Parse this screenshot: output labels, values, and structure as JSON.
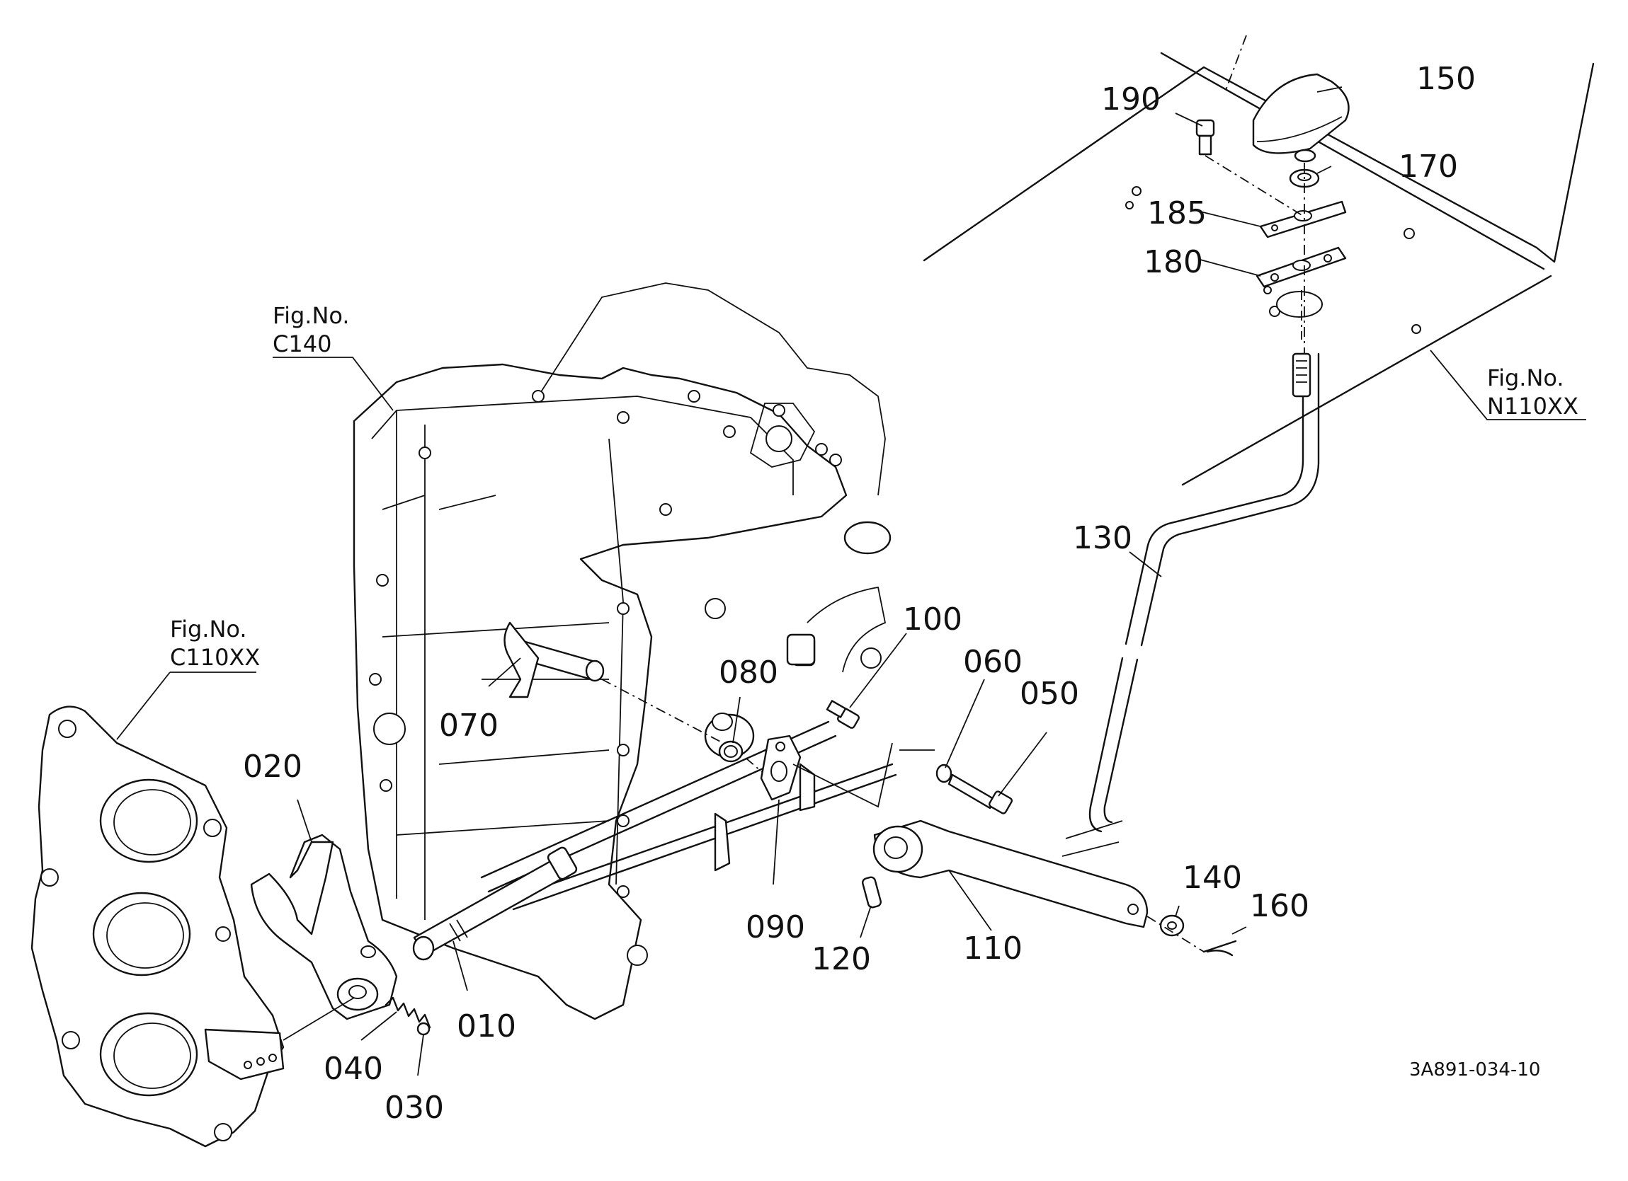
{
  "parts": [
    {
      "id": "p010",
      "number": "010"
    },
    {
      "id": "p020",
      "number": "020"
    },
    {
      "id": "p030",
      "number": "030"
    },
    {
      "id": "p040",
      "number": "040"
    },
    {
      "id": "p050",
      "number": "050"
    },
    {
      "id": "p060",
      "number": "060"
    },
    {
      "id": "p070",
      "number": "070"
    },
    {
      "id": "p080",
      "number": "080"
    },
    {
      "id": "p090",
      "number": "090"
    },
    {
      "id": "p100",
      "number": "100"
    },
    {
      "id": "p110",
      "number": "110"
    },
    {
      "id": "p120",
      "number": "120"
    },
    {
      "id": "p130",
      "number": "130"
    },
    {
      "id": "p140",
      "number": "140"
    },
    {
      "id": "p150",
      "number": "150"
    },
    {
      "id": "p160",
      "number": "160"
    },
    {
      "id": "p170",
      "number": "170"
    },
    {
      "id": "p180",
      "number": "180"
    },
    {
      "id": "p185",
      "number": "185"
    },
    {
      "id": "p190",
      "number": "190"
    }
  ],
  "figure_refs": {
    "c140": {
      "label": "Fig.No.",
      "code": "C140"
    },
    "c110xx": {
      "label": "Fig.No.",
      "code": "C110XX"
    },
    "n110xx": {
      "label": "Fig.No.",
      "code": "N110XX"
    }
  },
  "drawing_code": "3A891-034-10"
}
